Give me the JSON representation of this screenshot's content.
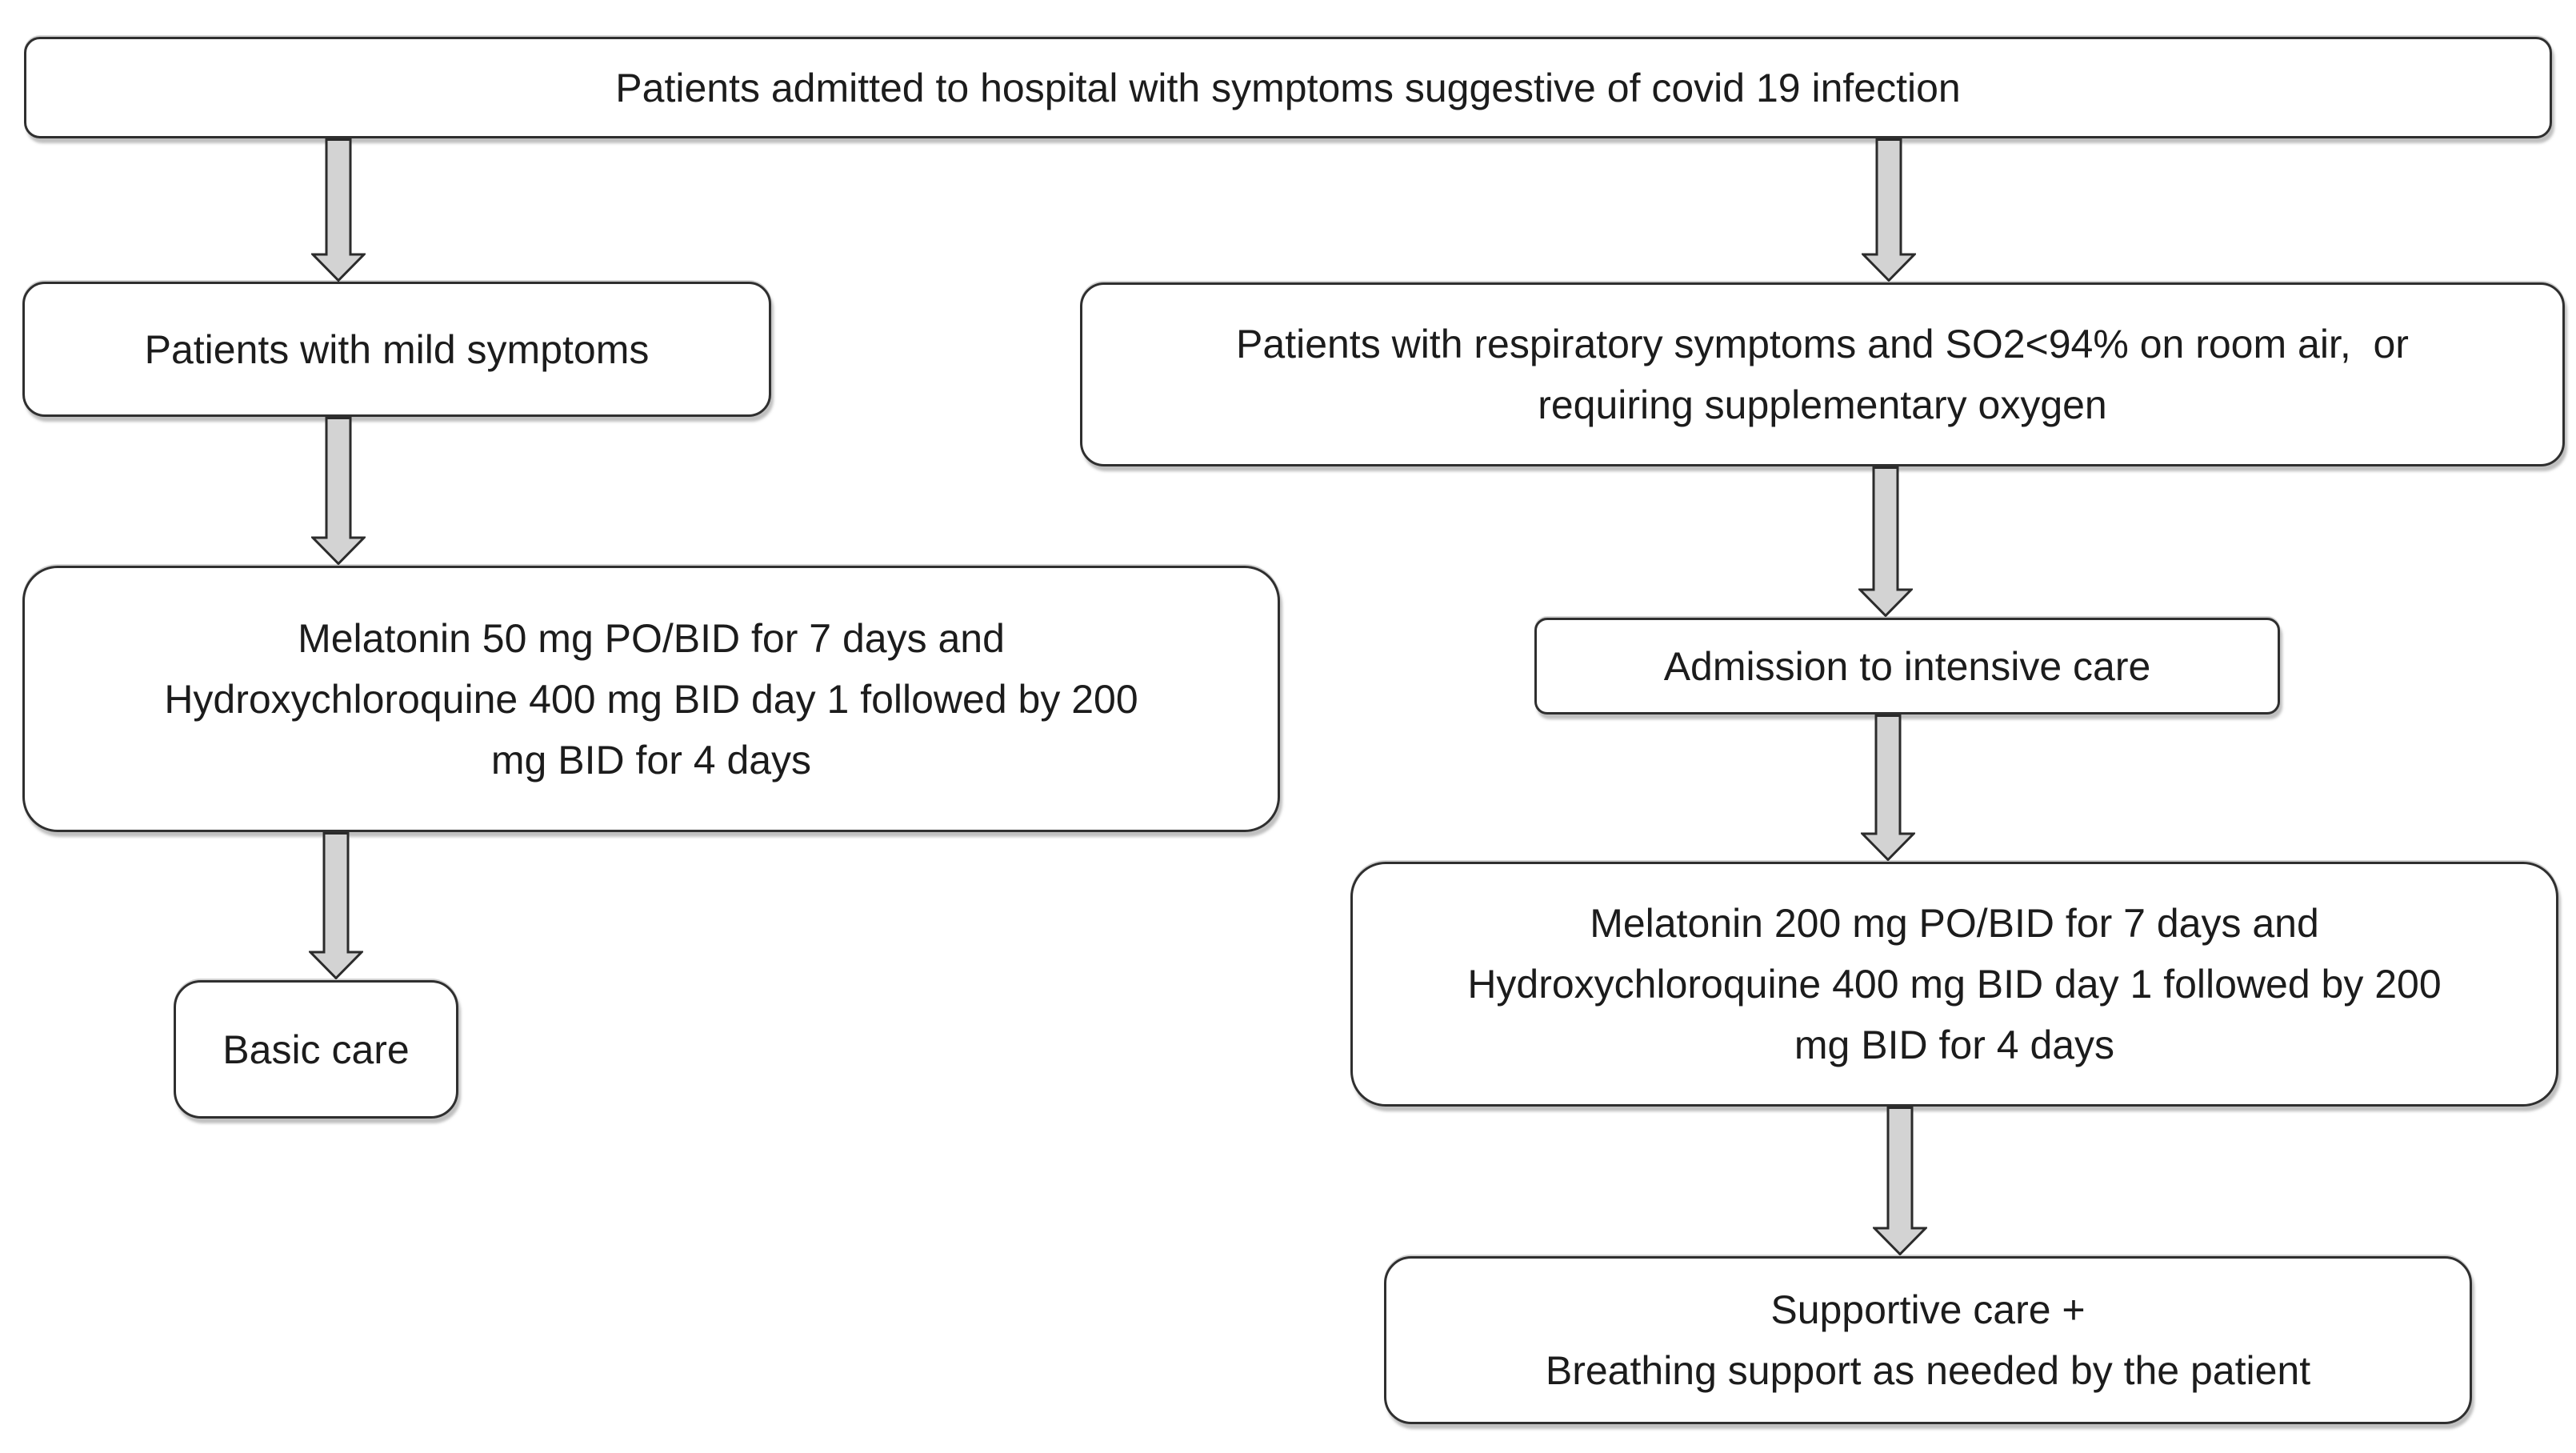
{
  "figure": {
    "description": "Flowchart of covid 19 treatment pathway with melatonin and hydroxychloroquine",
    "nodes": {
      "admitted": "Patients admitted to hospital with symptoms suggestive of covid 19 infection",
      "mild": "Patients with mild symptoms",
      "respiratory": "Patients with respiratory symptoms and SO2<94% on room air,  or\nrequiring supplementary oxygen",
      "melatonin_mild": "Melatonin 50 mg PO/BID for 7 days and\nHydroxychloroquine 400 mg BID day 1 followed by 200\nmg BID for 4 days",
      "basic_care": "Basic care",
      "admission_icu": "Admission to intensive care",
      "melatonin_icu": "Melatonin 200 mg PO/BID for 7 days and\nHydroxychloroquine 400 mg BID day 1 followed by 200\nmg BID for 4 days",
      "supportive_care": "Supportive care +\nBreathing support as needed by the patient"
    },
    "colors": {
      "background": "#ffffff",
      "box_fill": "#ffffff",
      "box_border": "#2f2f2f",
      "text": "#1c1c1c",
      "arrow_fill": "#d3d3d3",
      "arrow_outline": "#2b2b2b",
      "shadow": "#9a9a9a"
    }
  }
}
